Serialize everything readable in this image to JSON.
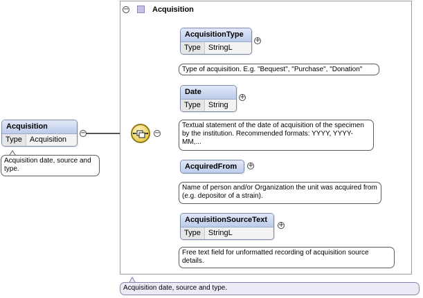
{
  "root_element": {
    "name": "Acquisition",
    "type_key": "Type",
    "type_value": "Acquisition",
    "doc": "Acquisition date, source and type."
  },
  "group": {
    "title": "Acquisition",
    "doc": "Acquisition date, source and type."
  },
  "children": [
    {
      "name": "AcquisitionType",
      "type_key": "Type",
      "type_value": "StringL",
      "doc": "Type of acquisition. E.g. \"Bequest\", \"Purchase\", \"Donation\""
    },
    {
      "name": "Date",
      "type_key": "Type",
      "type_value": "String",
      "doc": "Textual statement of the date of acquisition of the specimen by the institution. Recommended formats: YYYY, YYYY-MM,..."
    },
    {
      "name": "AcquiredFrom",
      "doc": "Name of person and/or Organization the unit was acquired from (e.g. depositor of a strain)."
    },
    {
      "name": "AcquisitionSourceText",
      "type_key": "Type",
      "type_value": "StringL",
      "doc": "Free text field for unformatted recording of acquisition source details."
    }
  ],
  "toggles": {
    "collapse": "−",
    "expand": "+"
  },
  "colors": {
    "node_header": "#bccbea",
    "node_border": "#7a8aa8",
    "group_icon": "#c9c2e4",
    "compositor": "#e9cf55",
    "group_doc_bg": "#edeaf7"
  },
  "icons": {
    "group": "model-group-icon",
    "compositor": "sequence-compositor-icon"
  }
}
